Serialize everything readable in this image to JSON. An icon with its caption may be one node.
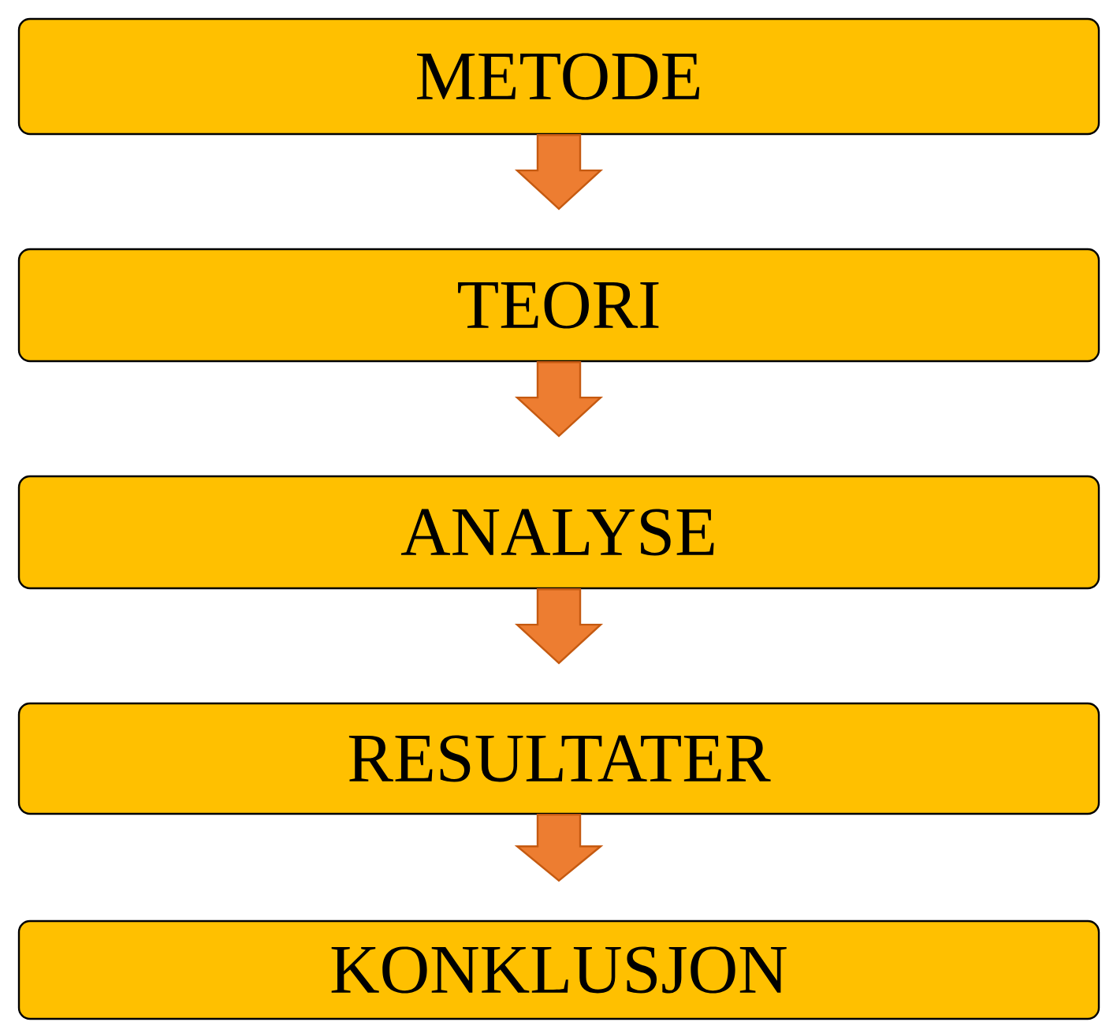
{
  "diagram": {
    "nodes": [
      {
        "text": [
          "METODE"
        ]
      },
      {
        "text": [
          "TEORI"
        ]
      },
      {
        "text": [
          "ANALYSE"
        ]
      },
      {
        "text": [
          "RESULTATER"
        ]
      },
      {
        "text": [
          "KONKLUSJON"
        ]
      }
    ],
    "edges": [
      {
        "from": 0,
        "to": 1,
        "arrow": "to"
      },
      {
        "from": 1,
        "to": 2,
        "arrow": "to"
      },
      {
        "from": 2,
        "to": 3,
        "arrow": "to"
      },
      {
        "from": 3,
        "to": 4,
        "arrow": "to"
      }
    ]
  }
}
